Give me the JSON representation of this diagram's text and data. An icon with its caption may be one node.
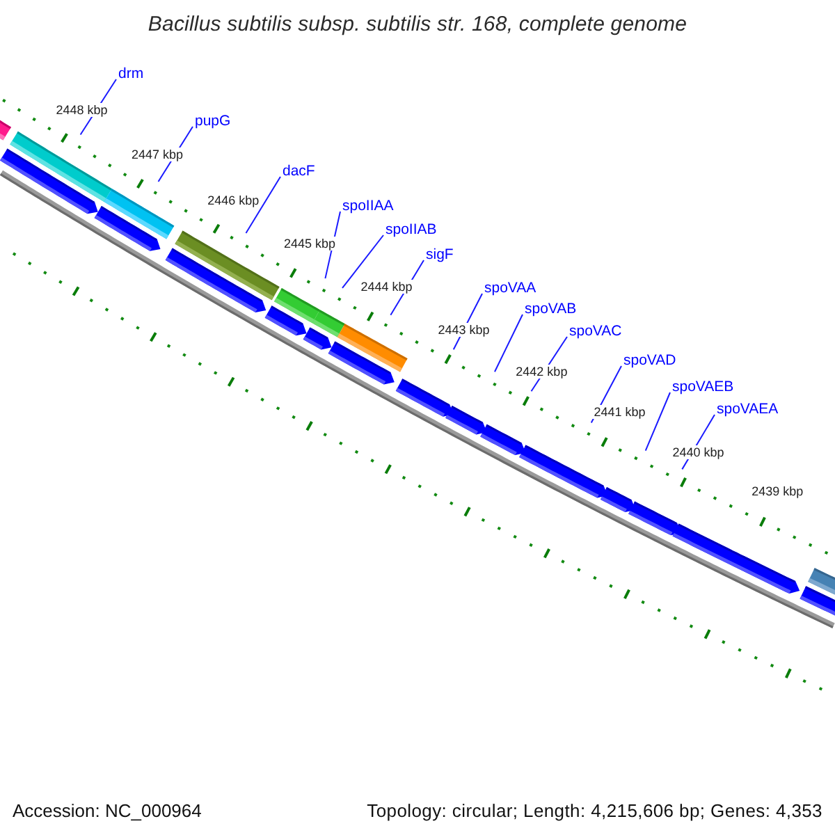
{
  "diagram": {
    "title": "Bacillus subtilis subsp. subtilis str. 168, complete genome",
    "nodes": [
      {
        "text": [
          "drm"
        ]
      },
      {
        "text": [
          "pupG"
        ]
      },
      {
        "text": [
          "dacF"
        ]
      },
      {
        "text": [
          "spoIIAA"
        ]
      },
      {
        "text": [
          "spoIIAB"
        ]
      },
      {
        "text": [
          "sigF"
        ]
      },
      {
        "text": [
          "spoVAA"
        ]
      },
      {
        "text": [
          "spoVAB"
        ]
      },
      {
        "text": [
          "spoVAC"
        ]
      },
      {
        "text": [
          "spoVAD"
        ]
      },
      {
        "text": [
          "spoVAEB"
        ]
      },
      {
        "text": [
          "spoVAEA"
        ]
      },
      {
        "text": [],
        "shape": "bar"
      },
      {
        "text": [],
        "shape": "bar"
      },
      {
        "text": [],
        "shape": "pentagon"
      },
      {
        "text": [],
        "shape": "bar"
      },
      {
        "text": [],
        "shape": "pentagon"
      },
      {
        "text": [],
        "shape": "bar"
      },
      {
        "text": [],
        "shape": "pentagon"
      },
      {
        "text": [],
        "shape": "bar"
      },
      {
        "text": [],
        "shape": "pentagon"
      },
      {
        "text": [],
        "shape": "bar"
      },
      {
        "text": [],
        "shape": "pentagon"
      },
      {
        "text": [],
        "shape": "bar"
      },
      {
        "text": [],
        "shape": "pentagon"
      },
      {
        "text": [],
        "shape": "pentagon"
      },
      {
        "text": [],
        "shape": "pentagon"
      },
      {
        "text": [],
        "shape": "pentagon"
      },
      {
        "text": [],
        "shape": "pentagon"
      },
      {
        "text": [],
        "shape": "pentagon"
      },
      {
        "text": [],
        "shape": "pentagon"
      },
      {
        "text": [],
        "shape": "pentagon"
      },
      {
        "text": [],
        "shape": "bar"
      },
      {
        "text": [],
        "shape": "pentagon"
      }
    ],
    "edges": [
      {
        "from": 0,
        "to": 13,
        "arrow": "none"
      },
      {
        "from": 1,
        "to": 15,
        "arrow": "none"
      },
      {
        "from": 2,
        "to": 17,
        "arrow": "none"
      },
      {
        "from": 3,
        "to": 19,
        "arrow": "none"
      },
      {
        "from": 4,
        "to": 21,
        "arrow": "none"
      },
      {
        "from": 5,
        "to": 23,
        "arrow": "none"
      },
      {
        "from": 6,
        "to": 25,
        "arrow": "none"
      },
      {
        "from": 7,
        "to": 26,
        "arrow": "none"
      },
      {
        "from": 8,
        "to": 27,
        "arrow": "none"
      },
      {
        "from": 9,
        "to": 28,
        "arrow": "none"
      },
      {
        "from": 10,
        "to": 29,
        "arrow": "none"
      },
      {
        "from": 11,
        "to": 30,
        "arrow": "none"
      }
    ],
    "labels": [
      "2448 kbp",
      "2447 kbp",
      "2446 kbp",
      "2445 kbp",
      "2444 kbp",
      "2443 kbp",
      "2442 kbp",
      "2441 kbp",
      "2440 kbp",
      "2439 kbp",
      "Accession: NC_000964",
      "Topology: circular; Length: 4,215,606 bp; Genes: 4,353"
    ]
  }
}
